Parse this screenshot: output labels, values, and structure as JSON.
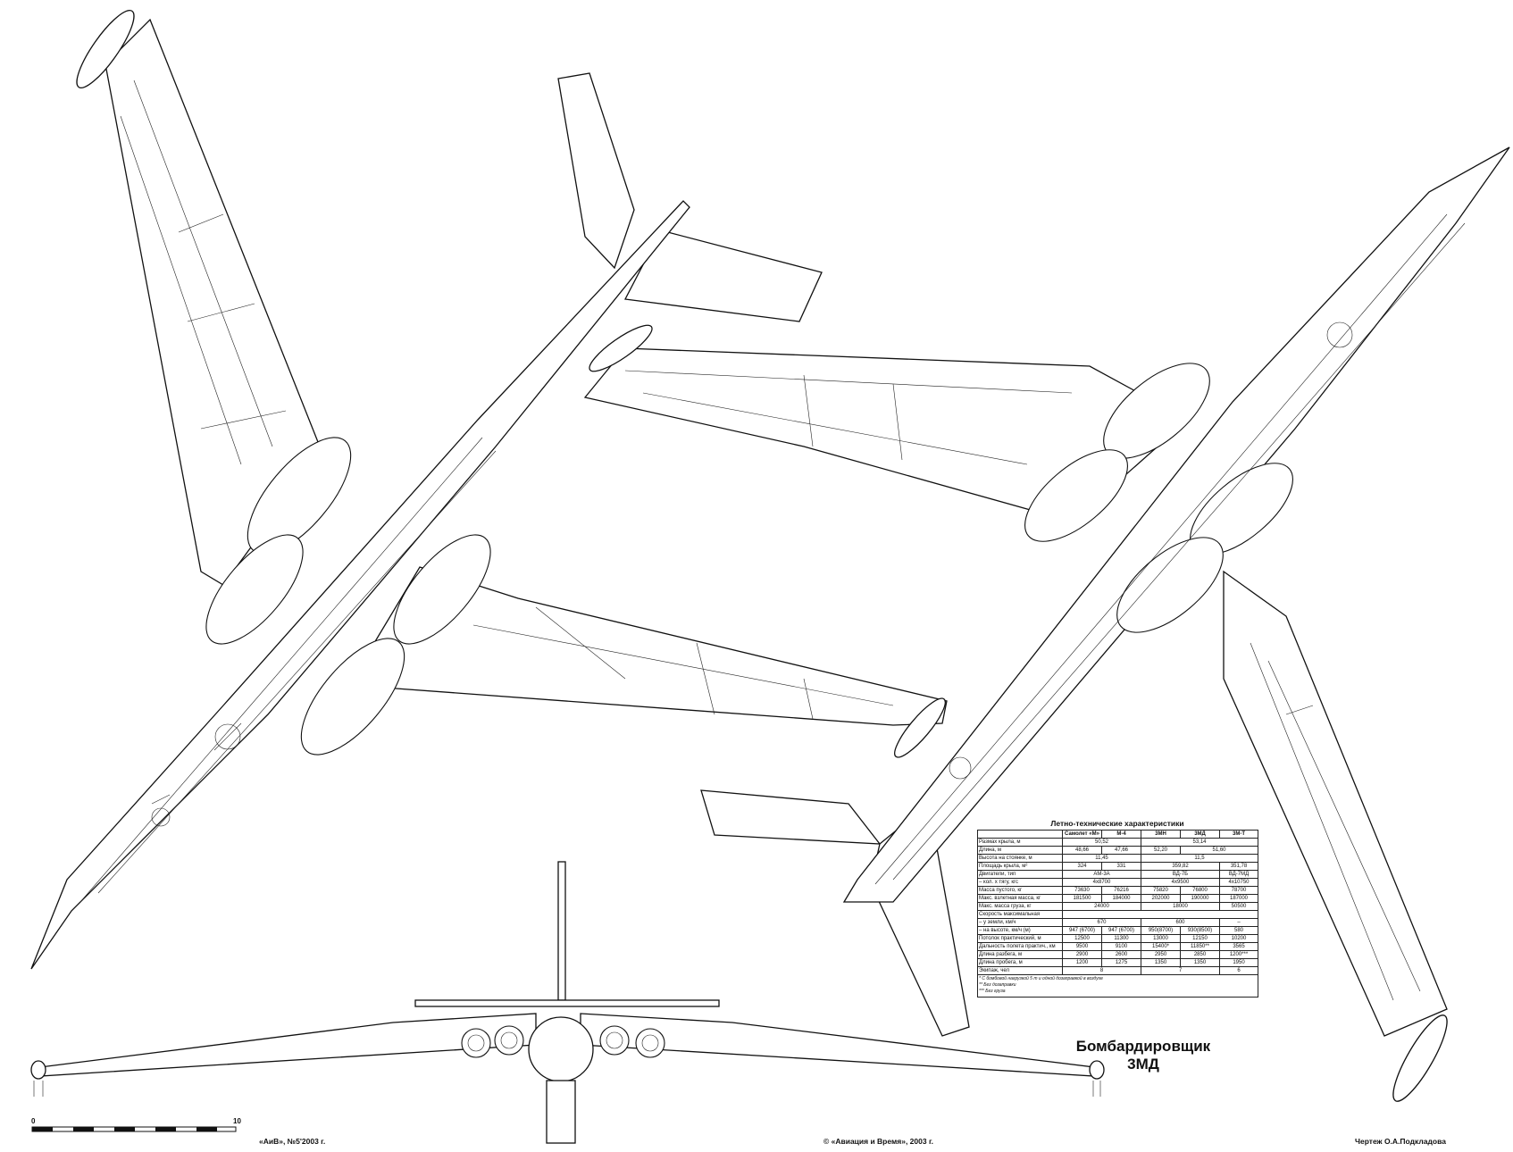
{
  "drawing": {
    "title_line1": "Бомбардировщик",
    "title_line2": "3МД",
    "scale_start": "0",
    "scale_end": "10",
    "credits": {
      "left": "«АиВ», №5'2003 г.",
      "center": "© «Авиация и Время», 2003 г.",
      "right": "Чертеж О.А.Подкладова"
    }
  },
  "specs": {
    "title": "Летно-технические характеристики",
    "columns": [
      "Самолет «М»",
      "М-4",
      "3МН",
      "3МД",
      "3М-Т"
    ],
    "rows": [
      {
        "label": "Размах крыла, м",
        "cells": [
          {
            "v": "50,52",
            "span": 2
          },
          {
            "v": "53,14",
            "span": 3
          }
        ]
      },
      {
        "label": "Длина, м",
        "cells": [
          {
            "v": "48,66",
            "span": 1
          },
          {
            "v": "47,66",
            "span": 1
          },
          {
            "v": "52,20",
            "span": 1
          },
          {
            "v": "51,60",
            "span": 2
          }
        ]
      },
      {
        "label": "Высота на стоянке, м",
        "cells": [
          {
            "v": "11,45",
            "span": 2
          },
          {
            "v": "11,5",
            "span": 3
          }
        ]
      },
      {
        "label": "Площадь крыла, м²",
        "cells": [
          {
            "v": "324",
            "span": 1
          },
          {
            "v": "331",
            "span": 1
          },
          {
            "v": "359,82",
            "span": 2
          },
          {
            "v": "351,78",
            "span": 1
          }
        ]
      },
      {
        "label": "Двигатели, тип",
        "cells": [
          {
            "v": "АМ-3А",
            "span": 2
          },
          {
            "v": "ВД-7Б",
            "span": 2
          },
          {
            "v": "ВД-7МД",
            "span": 1
          }
        ]
      },
      {
        "label": " – кол. x тягу, кгс",
        "cells": [
          {
            "v": "4x8700",
            "span": 2
          },
          {
            "v": "4x9500",
            "span": 2
          },
          {
            "v": "4x10750",
            "span": 1
          }
        ]
      },
      {
        "label": "Масса пустого, кг",
        "cells": [
          {
            "v": "73630",
            "span": 1
          },
          {
            "v": "76216",
            "span": 1
          },
          {
            "v": "75820",
            "span": 1
          },
          {
            "v": "76800",
            "span": 1
          },
          {
            "v": "78700",
            "span": 1
          }
        ]
      },
      {
        "label": "Макс. взлетная масса, кг",
        "cells": [
          {
            "v": "181500",
            "span": 1
          },
          {
            "v": "184000",
            "span": 1
          },
          {
            "v": "202000",
            "span": 1
          },
          {
            "v": "190000",
            "span": 1
          },
          {
            "v": "187000",
            "span": 1
          }
        ]
      },
      {
        "label": "Макс. масса груза, кг",
        "cells": [
          {
            "v": "24000",
            "span": 2
          },
          {
            "v": "18000",
            "span": 2
          },
          {
            "v": "50500",
            "span": 1
          }
        ]
      },
      {
        "label": "Скорость максимальная",
        "cells": [
          {
            "v": "",
            "span": 5
          }
        ]
      },
      {
        "label": " – у земли, км/ч",
        "cells": [
          {
            "v": "670",
            "span": 2
          },
          {
            "v": "600",
            "span": 2
          },
          {
            "v": "–",
            "span": 1
          }
        ]
      },
      {
        "label": " – на высоте, км/ч (м)",
        "cells": [
          {
            "v": "947 (6700)",
            "span": 1
          },
          {
            "v": "947 (6700)",
            "span": 1
          },
          {
            "v": "950(8700)",
            "span": 1
          },
          {
            "v": "930(8500)",
            "span": 1
          },
          {
            "v": "580",
            "span": 1
          }
        ]
      },
      {
        "label": "Потолок практический, м",
        "cells": [
          {
            "v": "12500",
            "span": 1
          },
          {
            "v": "11300",
            "span": 1
          },
          {
            "v": "13000",
            "span": 1
          },
          {
            "v": "12150",
            "span": 1
          },
          {
            "v": "10200",
            "span": 1
          }
        ]
      },
      {
        "label": "Дальность полета практич., км",
        "cells": [
          {
            "v": "9500",
            "span": 1
          },
          {
            "v": "9100",
            "span": 1
          },
          {
            "v": "15400*",
            "span": 1
          },
          {
            "v": "11850**",
            "span": 1
          },
          {
            "v": "3565",
            "span": 1
          }
        ]
      },
      {
        "label": "Длина разбега, м",
        "cells": [
          {
            "v": "2900",
            "span": 1
          },
          {
            "v": "2600",
            "span": 1
          },
          {
            "v": "2950",
            "span": 1
          },
          {
            "v": "2850",
            "span": 1
          },
          {
            "v": "1200***",
            "span": 1
          }
        ]
      },
      {
        "label": "Длина пробега, м",
        "cells": [
          {
            "v": "1200",
            "span": 1
          },
          {
            "v": "1275",
            "span": 1
          },
          {
            "v": "1350",
            "span": 1
          },
          {
            "v": "1350",
            "span": 1
          },
          {
            "v": "1950",
            "span": 1
          }
        ]
      },
      {
        "label": "Экипаж, чел",
        "cells": [
          {
            "v": "8",
            "span": 2
          },
          {
            "v": "7",
            "span": 2
          },
          {
            "v": "6",
            "span": 1
          }
        ]
      }
    ],
    "notes": [
      "* С бомбовой нагрузкой 5 т и одной дозаправкой в воздухе",
      "** Без дозаправки",
      "*** Без груза"
    ]
  }
}
